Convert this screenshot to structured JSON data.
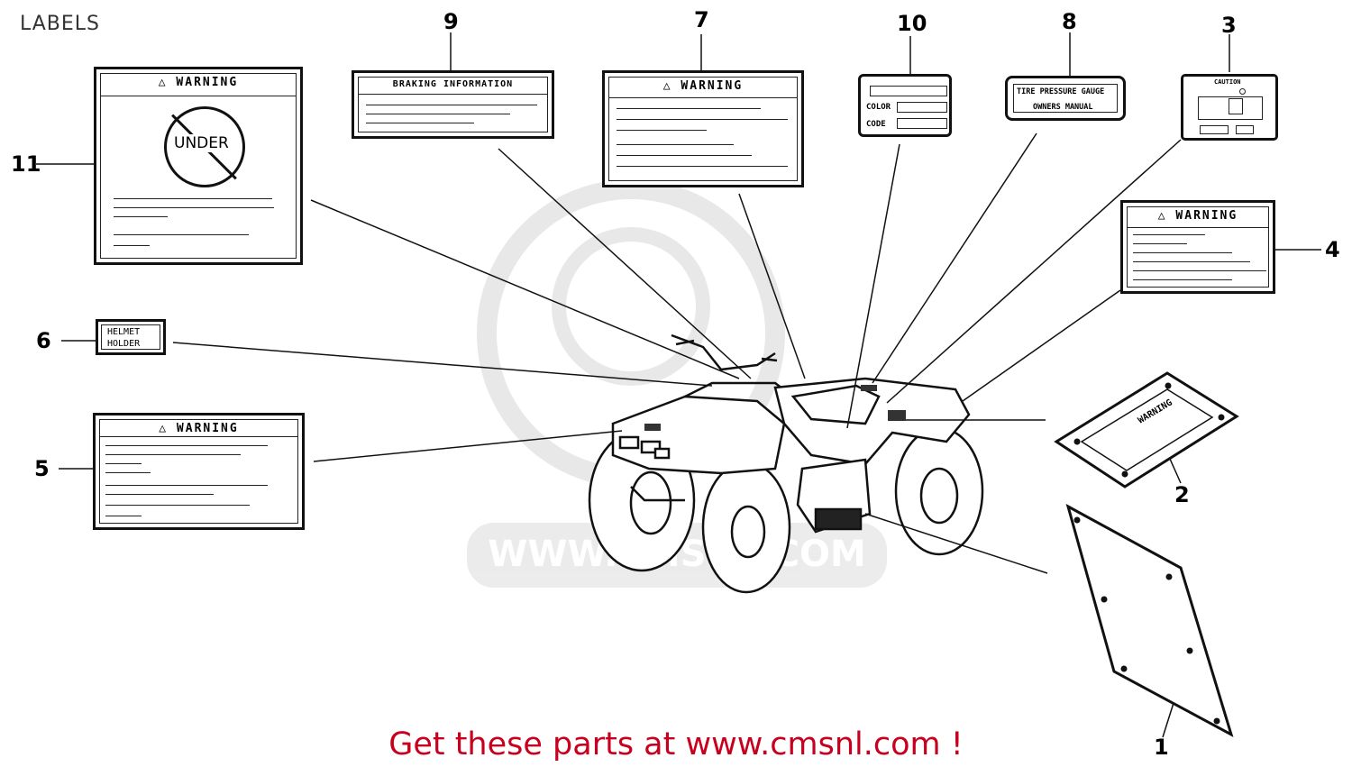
{
  "page": {
    "title": "LABELS"
  },
  "footer": {
    "text": "Get these parts at www.cmsnl.com !"
  },
  "watermark": {
    "text": "WWW.CMSNL.COM"
  },
  "callouts": {
    "n1": "1",
    "n2": "2",
    "n3": "3",
    "n4": "4",
    "n5": "5",
    "n6": "6",
    "n7": "7",
    "n8": "8",
    "n9": "9",
    "n10": "10",
    "n11": "11"
  },
  "labels": {
    "label11": {
      "heading": "WARNING",
      "badge": "UNDER"
    },
    "label9": {
      "heading": "BRAKING INFORMATION"
    },
    "label7": {
      "heading": "WARNING"
    },
    "label10": {
      "color": "COLOR",
      "code": "CODE"
    },
    "label8": {
      "line1": "TIRE PRESSURE GAUGE",
      "line2": "OWNERS MANUAL"
    },
    "label3": {
      "heading": "CAUTION"
    },
    "label4": {
      "heading": "WARNING"
    },
    "label6": {
      "line1": "HELMET",
      "line2": "HOLDER"
    },
    "label5": {
      "heading": "WARNING"
    },
    "label2": {
      "heading": "WARNING"
    }
  },
  "colors": {
    "footer": "#c8001e",
    "ink": "#111111",
    "watermark": "#d9d9d9"
  }
}
